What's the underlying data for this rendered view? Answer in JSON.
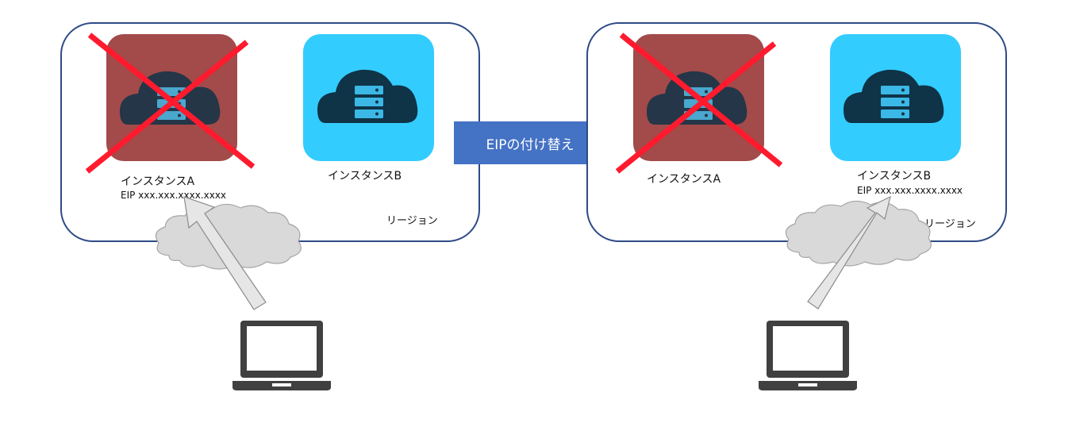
{
  "before": {
    "instance_a": {
      "name": "インスタンスA",
      "eip": "EIP xxx.xxx.xxxx.xxxx",
      "status": "down"
    },
    "instance_b": {
      "name": "インスタンスB",
      "status": "up"
    },
    "region_label": "リージョン"
  },
  "transition": {
    "label": "EIPの付け替え"
  },
  "after": {
    "instance_a": {
      "name": "インスタンスA",
      "status": "down"
    },
    "instance_b": {
      "name": "インスタンスB",
      "eip": "EIP xxx.xxx.xxxx.xxxx",
      "status": "up"
    },
    "region_label": "リージョン"
  },
  "colors": {
    "region_border": "#2e4a87",
    "instance_down_bg": "#a34a4a",
    "instance_up_bg": "#33ccff",
    "cloud_icon": "#0f3347",
    "server_stripe": "#3bb8e6",
    "cross": "#ff1a2e",
    "transition_arrow": "#4472c4",
    "internet_cloud": "#d9d9d9",
    "access_arrow": "#e6e6e6",
    "laptop": "#404040"
  },
  "icons": [
    "cloud-server-icon",
    "internet-cloud-icon",
    "laptop-icon",
    "cross-mark-icon",
    "access-arrow-icon"
  ]
}
